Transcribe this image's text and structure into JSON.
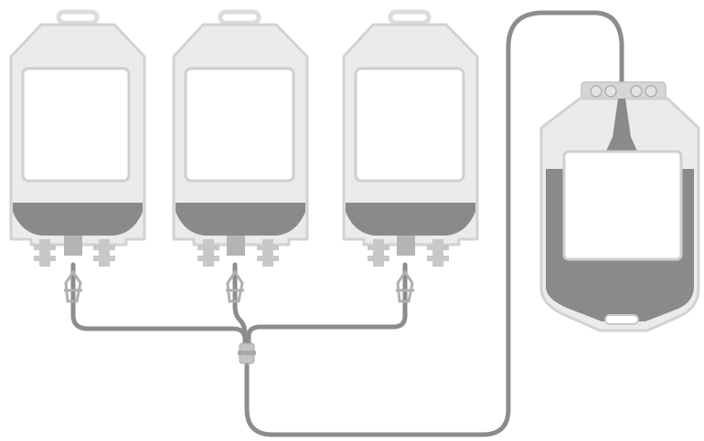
{
  "illustration": {
    "subject": "blood bag set",
    "bags": [
      {
        "role": "satellite-bag",
        "label_text": "",
        "fill_level": 0.12
      },
      {
        "role": "satellite-bag",
        "label_text": "",
        "fill_level": 0.12
      },
      {
        "role": "satellite-bag",
        "label_text": "",
        "fill_level": 0.12
      },
      {
        "role": "primary-bag",
        "label_text": "",
        "fill_level": 0.75
      }
    ],
    "components": [
      "roller-clamp",
      "y-connector",
      "tubing",
      "port"
    ],
    "colors": {
      "bag_shell": "#ebebeb",
      "bag_outline": "#d2d2d2",
      "label_fill": "#ffffff",
      "label_border": "#cfcfcf",
      "liquid": "#8a8a8a",
      "tube": "#8c8c8c",
      "tube_core": "#a3a3a3",
      "clamp": "#b8b8b8",
      "background": "#ffffff"
    }
  }
}
